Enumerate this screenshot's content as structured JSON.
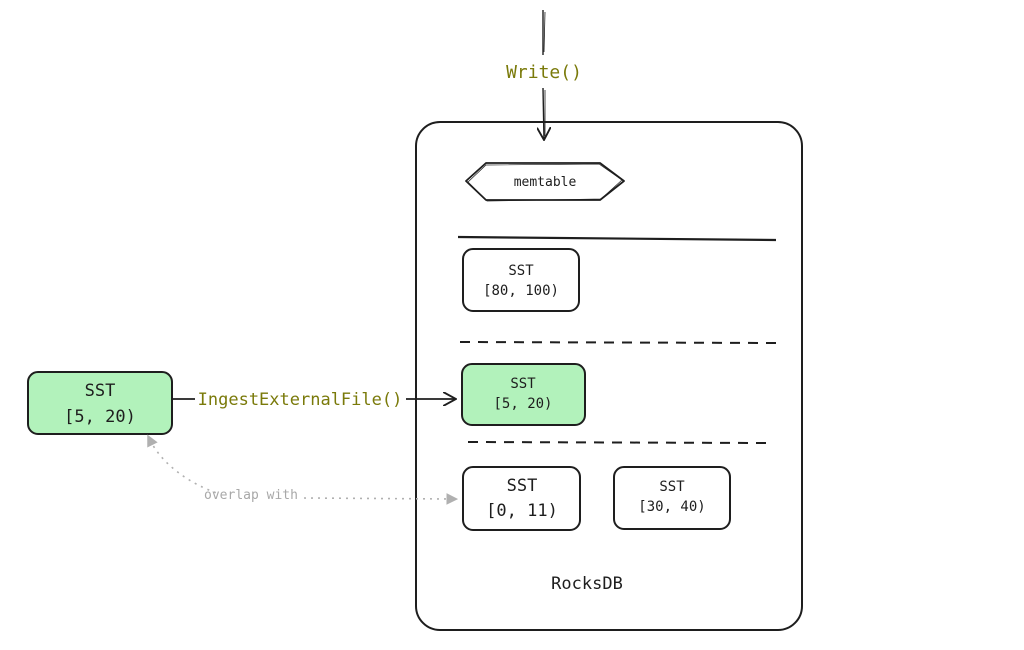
{
  "write_label": "Write()",
  "memtable_label": "memtable",
  "engine_label": "RocksDB",
  "external_sst": {
    "title": "SST",
    "range": "[5, 20)"
  },
  "ingest_label": "IngestExternalFile()",
  "overlap_label": "overlap with",
  "levels": {
    "level_1": {
      "sst": {
        "title": "SST",
        "range": "[80, 100)"
      }
    },
    "level_2": {
      "sst": {
        "title": "SST",
        "range": "[5, 20)"
      }
    },
    "level_3": {
      "sst_a": {
        "title": "SST",
        "range": "[0, 11)"
      },
      "sst_b": {
        "title": "SST",
        "range": "[30, 40)"
      }
    }
  },
  "colors": {
    "ingested_fill": "#b2f2bb",
    "label_olive": "#7a7a0a",
    "stroke": "#1e1e1e",
    "dotted_gray": "#b0b0b0"
  }
}
